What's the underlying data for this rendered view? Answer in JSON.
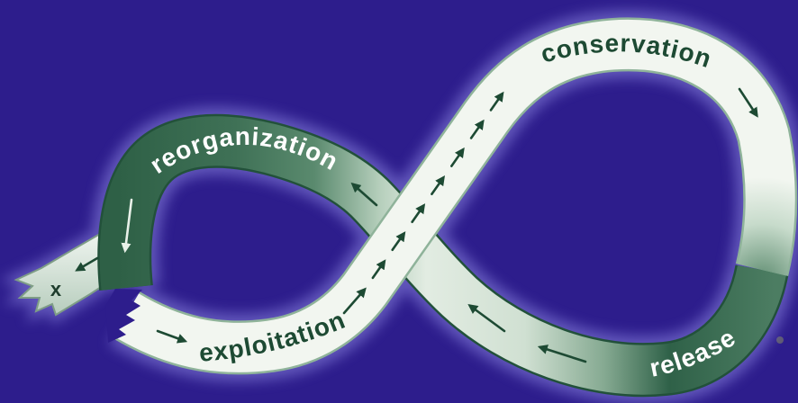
{
  "diagram": {
    "phase_labels": {
      "exploitation": "exploitation",
      "conservation": "conservation",
      "release": "release",
      "reorganization": "reorganization"
    },
    "exit_label": "x"
  },
  "colors": {
    "background": "#2d1d8c",
    "front_band": "#f2f6f0",
    "back_band_dark": "#2f6148",
    "back_band_light": "#e2ece2",
    "label_dark": "#1d4a33",
    "label_light": "#ffffff",
    "glow": "#8b84e0"
  }
}
